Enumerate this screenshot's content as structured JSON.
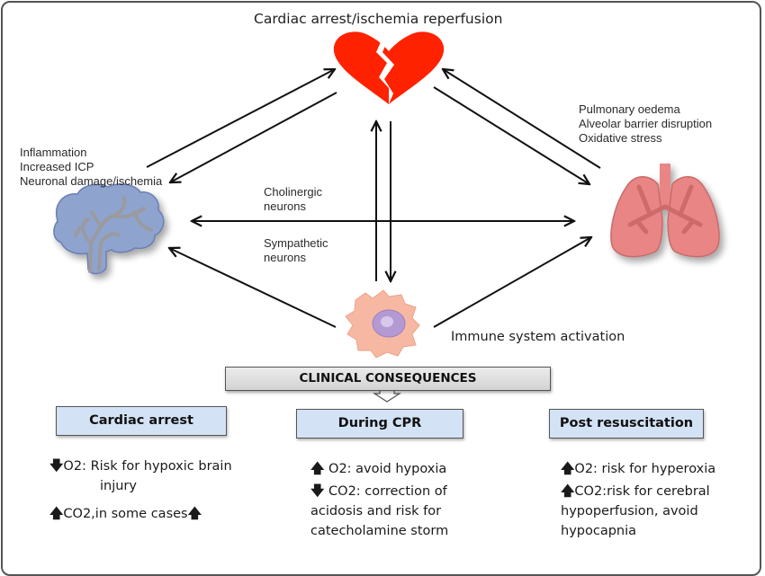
{
  "diagram": {
    "title": "Cardiac arrest/ischemia reperfusion",
    "brain_effects": [
      "Inflammation",
      "Increased ICP",
      "Neuronal damage/ischemia"
    ],
    "lung_effects": [
      "Pulmonary oedema",
      "Alveolar barrier disruption",
      "Oxidative stress"
    ],
    "cholinergic": [
      "Cholinergic",
      "neurons"
    ],
    "sympathetic": [
      "Sympathetic",
      "neurons"
    ],
    "immune_label": "Immune system activation",
    "icons": {
      "heart": "broken-heart-icon",
      "brain": "brain-icon",
      "lungs": "lungs-icon",
      "immune": "immune-cell-icon"
    },
    "colors": {
      "heart": "#ff2200",
      "brain": "#8fa3cf",
      "lungs": "#e98585",
      "immune_cell": "#f7b8a3",
      "nucleus": "#b49ad3",
      "category_box": "#d3e3f5",
      "header_box": "#dcdcdc"
    }
  },
  "clinical": {
    "header": "CLINICAL CONSEQUENCES",
    "categories": [
      {
        "title": "Cardiac arrest",
        "items": [
          {
            "arrow": "down",
            "gas": "O2:",
            "text": "Risk for hypoxic brain",
            "cont": "injury"
          },
          {
            "arrow": "up",
            "gas": "CO2,",
            "text": "in some cases",
            "trail_arrow": "up"
          }
        ]
      },
      {
        "title": "During CPR",
        "items": [
          {
            "arrow": "up",
            "text": " O2: avoid hypoxia"
          },
          {
            "arrow": "down",
            "text": " CO2: correction of",
            "cont": [
              "acidosis and risk for",
              "catecholamine storm"
            ]
          }
        ]
      },
      {
        "title": "Post resuscitation",
        "items": [
          {
            "arrow": "up",
            "text": "O2: risk for hyperoxia"
          },
          {
            "arrow": "up",
            "text": "CO2:risk for cerebral",
            "cont": [
              "hypoperfusion, avoid",
              "hypocapnia"
            ]
          }
        ]
      }
    ],
    "arrow_glyphs": {
      "up": "🡅",
      "down": "🡇"
    }
  }
}
